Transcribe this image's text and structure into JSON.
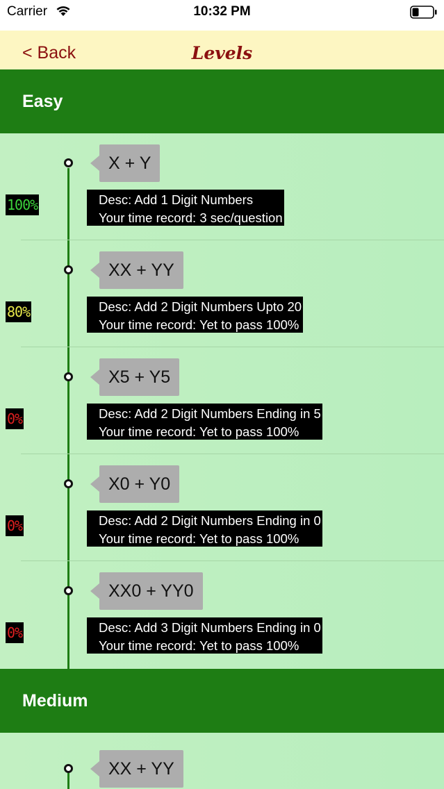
{
  "status_bar": {
    "carrier": "Carrier",
    "time": "10:32 PM",
    "icons": [
      "wifi-icon",
      "battery-icon"
    ]
  },
  "nav": {
    "back_label": "< Back",
    "title": "Levels"
  },
  "colors": {
    "header_green": "#1e7d14",
    "nav_bg": "#fdf6c2",
    "title_red": "#8b1010",
    "pct_green": "#3cd33c",
    "pct_yellow": "#e8e84a",
    "pct_red": "#e02020"
  },
  "sections": [
    {
      "label": "Easy",
      "levels": [
        {
          "name": "X + Y",
          "desc": "Desc: Add 1 Digit Numbers",
          "record": "Your time record: 3 sec/question",
          "percent": "100%",
          "percent_color": "#3cd33c"
        },
        {
          "name": "XX + YY",
          "desc": "Desc: Add 2 Digit Numbers Upto 20",
          "record": "Your time record: Yet to pass 100%",
          "percent": "80%",
          "percent_color": "#e8e84a"
        },
        {
          "name": "X5 + Y5",
          "desc": "Desc: Add 2 Digit Numbers Ending in 5",
          "record": "Your time record: Yet to pass 100%",
          "percent": "0%",
          "percent_color": "#e02020"
        },
        {
          "name": "X0 + Y0",
          "desc": "Desc: Add 2 Digit Numbers Ending in 0",
          "record": "Your time record: Yet to pass 100%",
          "percent": "0%",
          "percent_color": "#e02020"
        },
        {
          "name": "XX0 + YY0",
          "desc": "Desc: Add 3 Digit Numbers Ending in 0",
          "record": "Your time record: Yet to pass 100%",
          "percent": "0%",
          "percent_color": "#e02020"
        }
      ]
    },
    {
      "label": "Medium",
      "levels": [
        {
          "name": "XX + YY"
        }
      ]
    }
  ]
}
